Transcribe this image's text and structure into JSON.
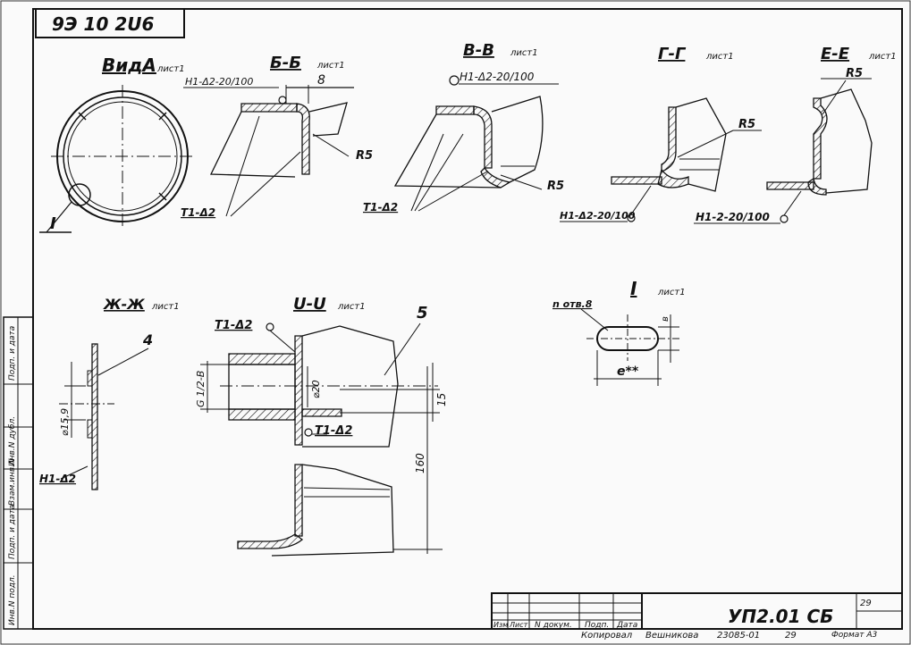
{
  "stamp": "9Э 10 2U6",
  "views": {
    "vid_a": {
      "title": "ВидА",
      "sheet": "лист1",
      "callout": "I"
    },
    "b_b": {
      "title": "Б-Б",
      "sheet": "лист1",
      "dim": "8",
      "weld_top": "Н1-Δ2-20/100",
      "radius": "R5"
    },
    "v_v": {
      "title": "В-В",
      "sheet": "лист1",
      "weld_top": "Н1-Δ2-20/100",
      "radius": "R5"
    },
    "weld_t1": "Т1-Δ2",
    "g_g": {
      "title": "Г-Г",
      "sheet": "лист1",
      "radius": "R5",
      "weld": "Н1-Δ2-20/100"
    },
    "e_e": {
      "title": "Е-Е",
      "sheet": "лист1",
      "radius": "R5",
      "weld": "Н1-2-20/100"
    },
    "zh_zh": {
      "title": "Ж-Ж",
      "sheet": "лист1",
      "pos": "4",
      "dia": "⌀15,9",
      "weld": "Н1-Δ2"
    },
    "u_u": {
      "title": "U-U",
      "sheet": "лист1",
      "pos": "5",
      "weld": "Т1-Δ2",
      "thread": "G 1/2-В",
      "dia": "⌀20",
      "dim_small": "15",
      "dim_tall": "160"
    },
    "detail_i": {
      "title": "I",
      "sheet": "лист1",
      "count": "n отв.8",
      "e_label": "е**",
      "b_label": "в"
    }
  },
  "title_block": {
    "code": "УП2.01 СБ",
    "cols": [
      "Изм",
      "Лист",
      "N докум.",
      "Подп.",
      "Дата"
    ],
    "copied": "Копировал",
    "copied_by": "Вешникова",
    "ref": "23085-01",
    "sheet_no": "29",
    "format": "Формат А3"
  },
  "side_strip": [
    "Инв.N подл.",
    "Подп. и дата",
    "Взам.инв.N",
    "Инв.N дубл.",
    "Подп. и дата"
  ]
}
